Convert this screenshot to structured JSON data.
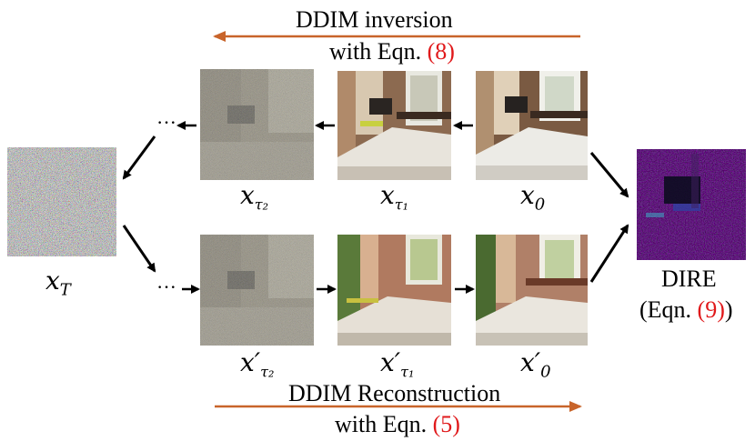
{
  "top_arrow": {
    "line1": "DDIM inversion",
    "line2_prefix": "with Eqn. ",
    "line2_ref": "(8)"
  },
  "bottom_arrow": {
    "line1": "DDIM Reconstruction",
    "line2_prefix": "with Eqn. ",
    "line2_ref": "(5)"
  },
  "labels": {
    "xT": "x",
    "xT_sub": "T",
    "x_tau2": "x",
    "x_tau2_sub": "τ₂",
    "x_tau1": "x",
    "x_tau1_sub": "τ₁",
    "x0": "x",
    "x0_sub": "0",
    "x_tau2_prime": "x′",
    "x_tau1_prime": "x′",
    "x0_prime": "x′"
  },
  "ellipsis": "···",
  "dire": {
    "title": "DIRE",
    "eqn_prefix": "(Eqn. ",
    "eqn_ref": "(9)",
    "eqn_suffix": ")"
  },
  "colors": {
    "arrow_orange": "#c8642a",
    "ref_red": "#e0191b"
  }
}
